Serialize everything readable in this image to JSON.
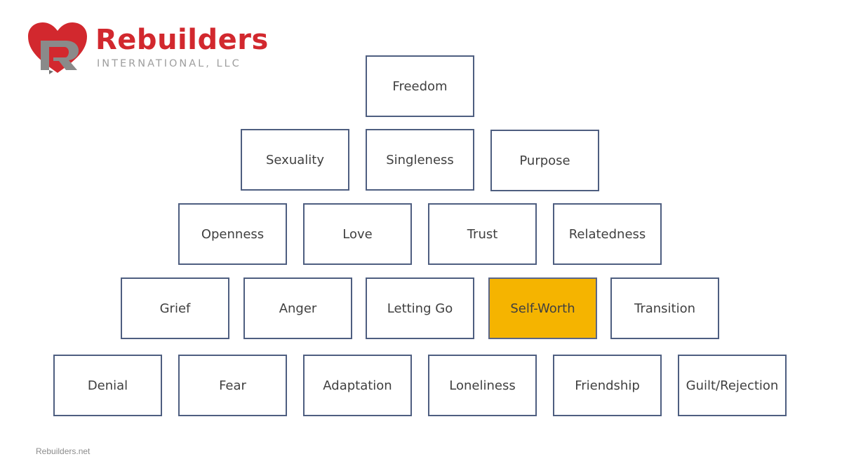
{
  "logo": {
    "name": "Rebuilders",
    "subtitle": "INTERNATIONAL, LLC",
    "colors": {
      "heart": "#d2282e",
      "letter": "#8a8a8a"
    },
    "icon": "heart-r-logo-icon"
  },
  "pyramid": {
    "rows": [
      [
        {
          "label": "Freedom"
        }
      ],
      [
        {
          "label": "Sexuality"
        },
        {
          "label": "Singleness"
        },
        {
          "label": "Purpose"
        }
      ],
      [
        {
          "label": "Openness"
        },
        {
          "label": "Love"
        },
        {
          "label": "Trust"
        },
        {
          "label": "Relatedness"
        }
      ],
      [
        {
          "label": "Grief"
        },
        {
          "label": "Anger"
        },
        {
          "label": "Letting Go"
        },
        {
          "label": "Self-Worth",
          "highlighted": true
        },
        {
          "label": "Transition"
        }
      ],
      [
        {
          "label": "Denial"
        },
        {
          "label": "Fear"
        },
        {
          "label": "Adaptation"
        },
        {
          "label": "Loneliness"
        },
        {
          "label": "Friendship"
        },
        {
          "label": "Guilt/Rejection"
        }
      ]
    ],
    "colors": {
      "border": "#4e5e80",
      "highlight": "#f5b400",
      "text": "#404040"
    }
  },
  "footer": {
    "text": "Rebuilders.net"
  }
}
